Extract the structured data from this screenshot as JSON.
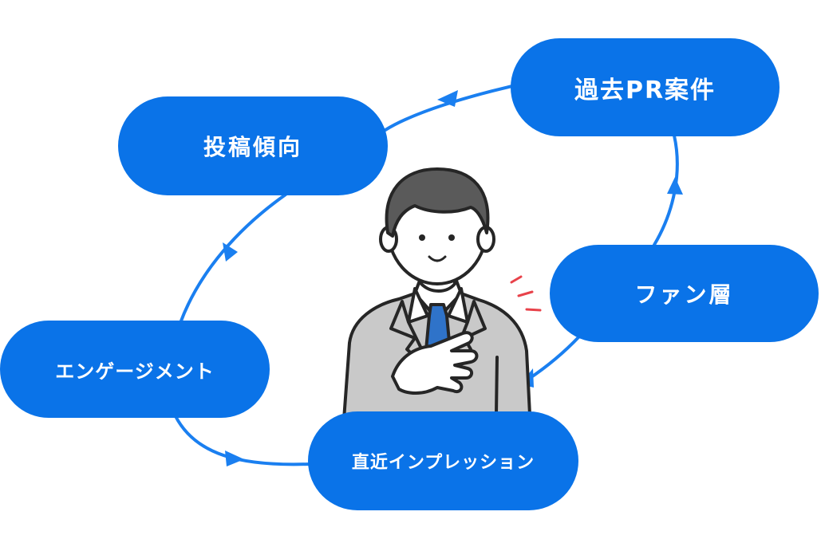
{
  "nodes": {
    "past_pr": "過去PR案件",
    "post_trend": "投稿傾向",
    "fan_layer": "ファン層",
    "engagement": "エンゲージメント",
    "recent_impression": "直近インプレッション"
  },
  "colors": {
    "node_fill": "#0a73e8",
    "node_text": "#ffffff",
    "arrow": "#1a7ff0",
    "outline": "#262626",
    "suit": "#c9c9c9",
    "tie": "#2f73c9",
    "hair": "#5a5a5a",
    "attention_marks": "#e8424a"
  },
  "illustration": "businessman-hand-on-chest-icon"
}
